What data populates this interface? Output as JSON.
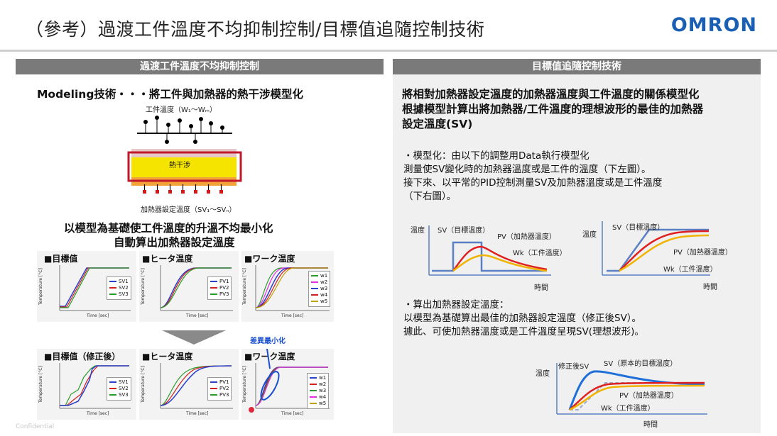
{
  "header": {
    "title": "（參考）過渡工件溫度不均抑制控制/目標值追隨控制技術",
    "logo": "OMRON"
  },
  "left": {
    "header": "過渡工件溫度不均抑制控制",
    "modeling_line": "Modeling技術・・・將工件與加熱器的熱干涉模型化",
    "workpiece_temp_label": "工件溫度（W₁～Wₘ）",
    "interference_label": "熱干涉",
    "heater_temp_label": "加熱器設定溫度（SV₁～SVₙ）",
    "result_line1": "以模型為基礎使工件溫度的升溫不均最小化",
    "result_line2": "自動算出加熱器設定溫度",
    "arrow_note": "差異最小化",
    "axis_y": "Temperature [°C]",
    "axis_x": "Time [sec]",
    "charts_top": [
      {
        "caption": "■目標值",
        "legend": [
          "SV1",
          "SV2",
          "SV3"
        ]
      },
      {
        "caption": "■ヒータ温度",
        "legend": [
          "PV1",
          "PV2",
          "PV3"
        ]
      },
      {
        "caption": "■ワーク温度",
        "legend": [
          "w1",
          "w2",
          "w3",
          "w4",
          "w5"
        ]
      }
    ],
    "charts_bottom": [
      {
        "caption": "■目標值（修正後）",
        "legend": [
          "SV1",
          "SV2",
          "SV3"
        ]
      },
      {
        "caption": "■ヒータ温度",
        "legend": [
          "PV1",
          "PV2",
          "PV3"
        ]
      },
      {
        "caption": "■ワーク温度",
        "legend": [
          "w1",
          "w2",
          "w3",
          "w4",
          "w5"
        ]
      }
    ]
  },
  "right": {
    "header": "目標值追隨控制技術",
    "intro1": "將相對加熱器設定溫度的加熱器溫度與工件溫度的關係模型化",
    "intro2": "根據模型計算出將加熱器/工件溫度的理想波形的最佳的加熱器",
    "intro3": "設定溫度(SV)",
    "model_line1": "・模型化：由以下的調整用Data執行模型化",
    "model_line2": "測量使SV變化時的加熱器溫度或是工件的溫度（下左圖）。",
    "model_line3": "接下來、以平常的PID控制測量SV及加熱器溫度或是工件溫度",
    "model_line4": "（下右圖）。",
    "calc_line1": "・算出加熱器設定溫度：",
    "calc_line2": "以模型為基礎算出最佳的加熱器設定溫度（修正後SV）。",
    "calc_line3": "據此、可使加熱器溫度或是工件溫度呈現SV(理想波形)。",
    "graph_left": {
      "y": "溫度",
      "x": "時間",
      "sv": "SV（目標溫度）",
      "pv": "PV（加熱器溫度）",
      "wk": "Wk（工件溫度）"
    },
    "graph_right": {
      "y": "溫度",
      "x": "時間",
      "sv": "SV（目標溫度）",
      "pv": "PV（加熱器溫度）",
      "wk": "Wk（工件溫度）"
    },
    "graph_bottom": {
      "y": "溫度",
      "x": "時間",
      "sv_mod": "修正後SV",
      "sv": "SV（原本的目標溫度）",
      "pv": "PV（加熱器溫度）",
      "wk": "Wk（工件溫度）"
    }
  },
  "footer": {
    "confidential": "Confidential"
  },
  "colors": {
    "sv": "#5b7fc4",
    "pv": "#e02020",
    "wk": "#f0b400",
    "header_gray": "#7a7a7a",
    "logo_blue": "#1a5fb4"
  }
}
